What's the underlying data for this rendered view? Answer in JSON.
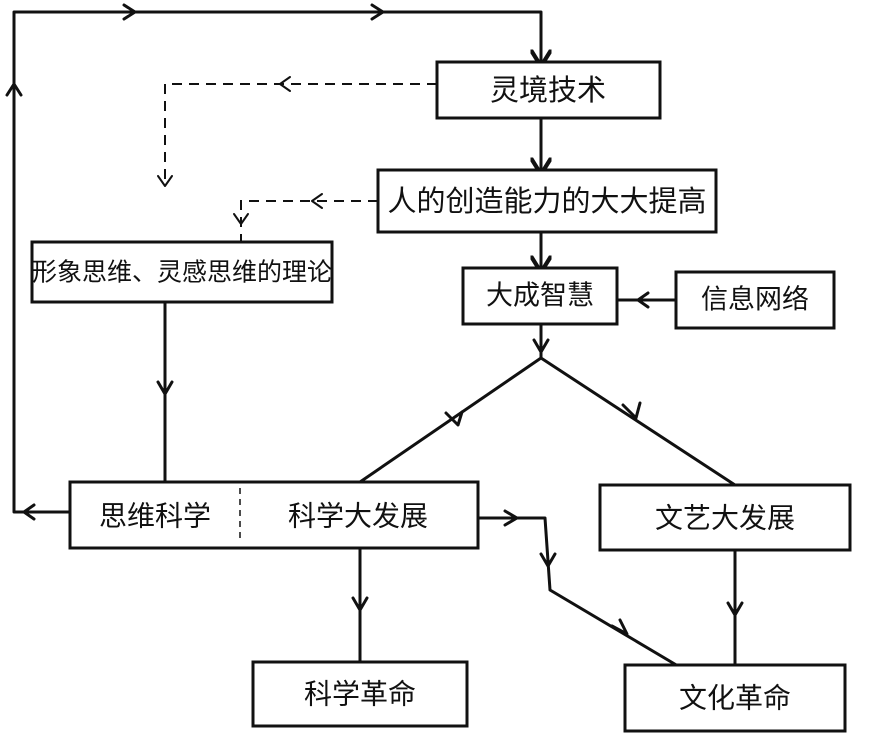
{
  "nodes": {
    "lingjing_tech": "灵境技术",
    "creativity": "人的创造能力的大大提高",
    "image_thinking": "形象思维、灵感思维的理论",
    "dacheng_wisdom": "大成智慧",
    "info_network": "信息网络",
    "thinking_science": "思维科学",
    "science_development": "科学大发展",
    "arts_development": "文艺大发展",
    "science_revolution": "科学革命",
    "culture_revolution": "文化革命"
  }
}
